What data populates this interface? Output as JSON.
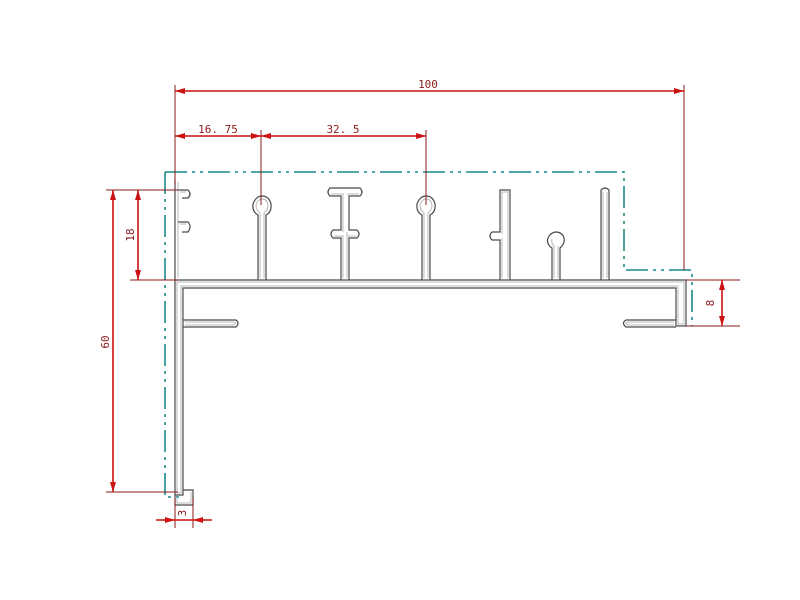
{
  "drawing": {
    "dimensions": {
      "overall_width": "100",
      "first_offset": "16. 75",
      "second_offset": "32. 5",
      "fin_height": "18",
      "total_height": "60",
      "flange_thickness": "8",
      "bottom_tab": "3"
    },
    "colors": {
      "dimension": "#cc1111",
      "dimension_text": "#8b1a1a",
      "centerline": "#1a8a8a",
      "profile_outline": "#4a4a4a",
      "profile_inner": "#b8b8b8",
      "background": "#ffffff"
    }
  }
}
